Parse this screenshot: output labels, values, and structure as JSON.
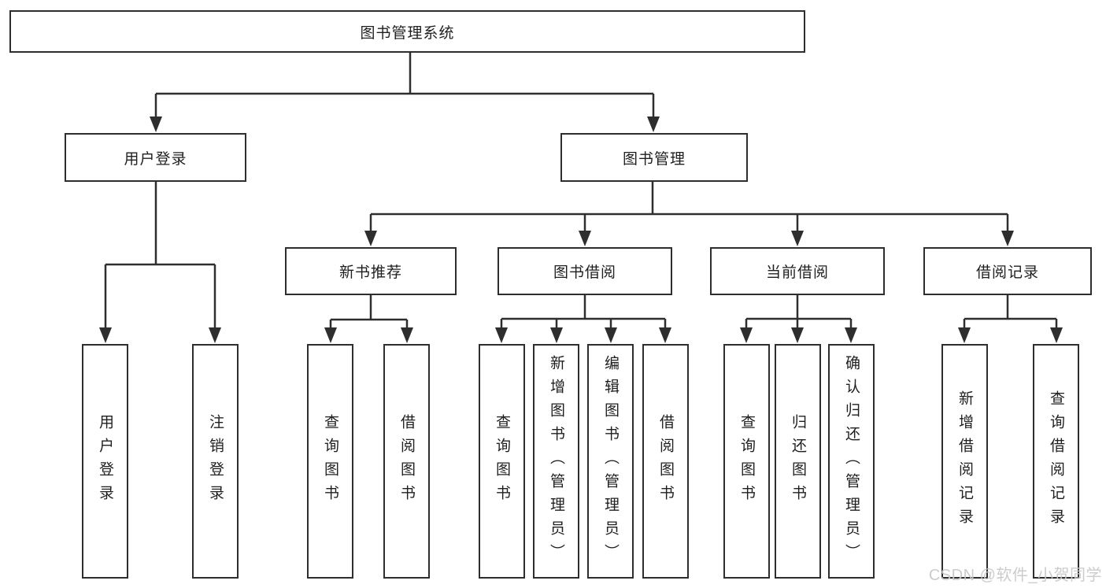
{
  "diagram": {
    "tree": {
      "label": "图书管理系统",
      "children": [
        {
          "label": "用户登录",
          "children": [
            {
              "label": "用户登录"
            },
            {
              "label": "注销登录"
            }
          ]
        },
        {
          "label": "图书管理",
          "children": [
            {
              "label": "新书推荐",
              "children": [
                {
                  "label": "查询图书"
                },
                {
                  "label": "借阅图书"
                }
              ]
            },
            {
              "label": "图书借阅",
              "children": [
                {
                  "label": "查询图书"
                },
                {
                  "label": "新增图书（管理员）"
                },
                {
                  "label": "编辑图书（管理员）"
                },
                {
                  "label": "借阅图书"
                }
              ]
            },
            {
              "label": "当前借阅",
              "children": [
                {
                  "label": "查询图书"
                },
                {
                  "label": "归还图书"
                },
                {
                  "label": "确认归还（管理员）"
                }
              ]
            },
            {
              "label": "借阅记录",
              "children": [
                {
                  "label": "新增借阅记录"
                },
                {
                  "label": "查询借阅记录"
                }
              ]
            }
          ]
        }
      ]
    },
    "colors": {
      "line": "#2e2e2e",
      "box_border": "#2e2e2e",
      "text": "#1f1f1f",
      "background": "#ffffff"
    }
  },
  "watermark": {
    "text": "CSDN @软件_小贺同学",
    "color": "#c9c9c9"
  }
}
